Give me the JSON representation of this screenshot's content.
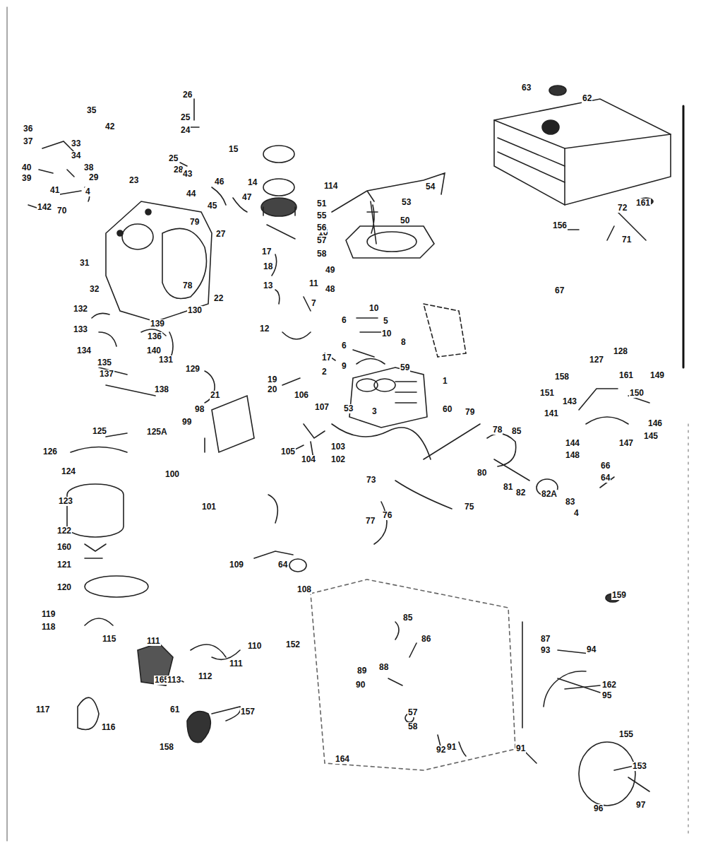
{
  "diagram": {
    "labels": [
      "26",
      "25",
      "24",
      "25",
      "35",
      "36",
      "37",
      "33",
      "34",
      "42",
      "38",
      "40",
      "39",
      "41",
      "4",
      "29",
      "142",
      "70",
      "23",
      "28",
      "43",
      "44",
      "46",
      "45",
      "14",
      "47",
      "15",
      "79",
      "27",
      "78",
      "31",
      "32",
      "132",
      "133",
      "134",
      "135",
      "137",
      "139",
      "136",
      "140",
      "130",
      "131",
      "129",
      "21",
      "138",
      "22",
      "16",
      "17",
      "18",
      "13",
      "11",
      "7",
      "12",
      "17",
      "19",
      "20",
      "106",
      "2",
      "107",
      "103",
      "102",
      "104",
      "105",
      "114",
      "54",
      "53",
      "51",
      "55",
      "56",
      "57",
      "58",
      "50",
      "49",
      "48",
      "10",
      "5",
      "10",
      "8",
      "6",
      "6",
      "9",
      "59",
      "53",
      "3",
      "1",
      "60",
      "63",
      "62",
      "161",
      "72",
      "156",
      "71",
      "67",
      "128",
      "127",
      "158",
      "161",
      "149",
      "151",
      "143",
      "150",
      "141",
      "146",
      "145",
      "147",
      "144",
      "148",
      "66",
      "64",
      "83",
      "4",
      "82",
      "82A",
      "81",
      "80",
      "85",
      "79",
      "78",
      "73",
      "77",
      "76",
      "75",
      "125",
      "125A",
      "126",
      "124",
      "123",
      "122",
      "160",
      "121",
      "120",
      "119",
      "118",
      "117",
      "116",
      "115",
      "165",
      "111",
      "112",
      "111",
      "110",
      "113",
      "61",
      "158",
      "157",
      "164",
      "98",
      "99",
      "100",
      "101",
      "109",
      "64",
      "108",
      "152",
      "85",
      "86",
      "88",
      "89",
      "90",
      "57",
      "58",
      "92",
      "91",
      "91",
      "159",
      "87",
      "93",
      "94",
      "162",
      "95",
      "155",
      "153",
      "96",
      "97"
    ]
  }
}
